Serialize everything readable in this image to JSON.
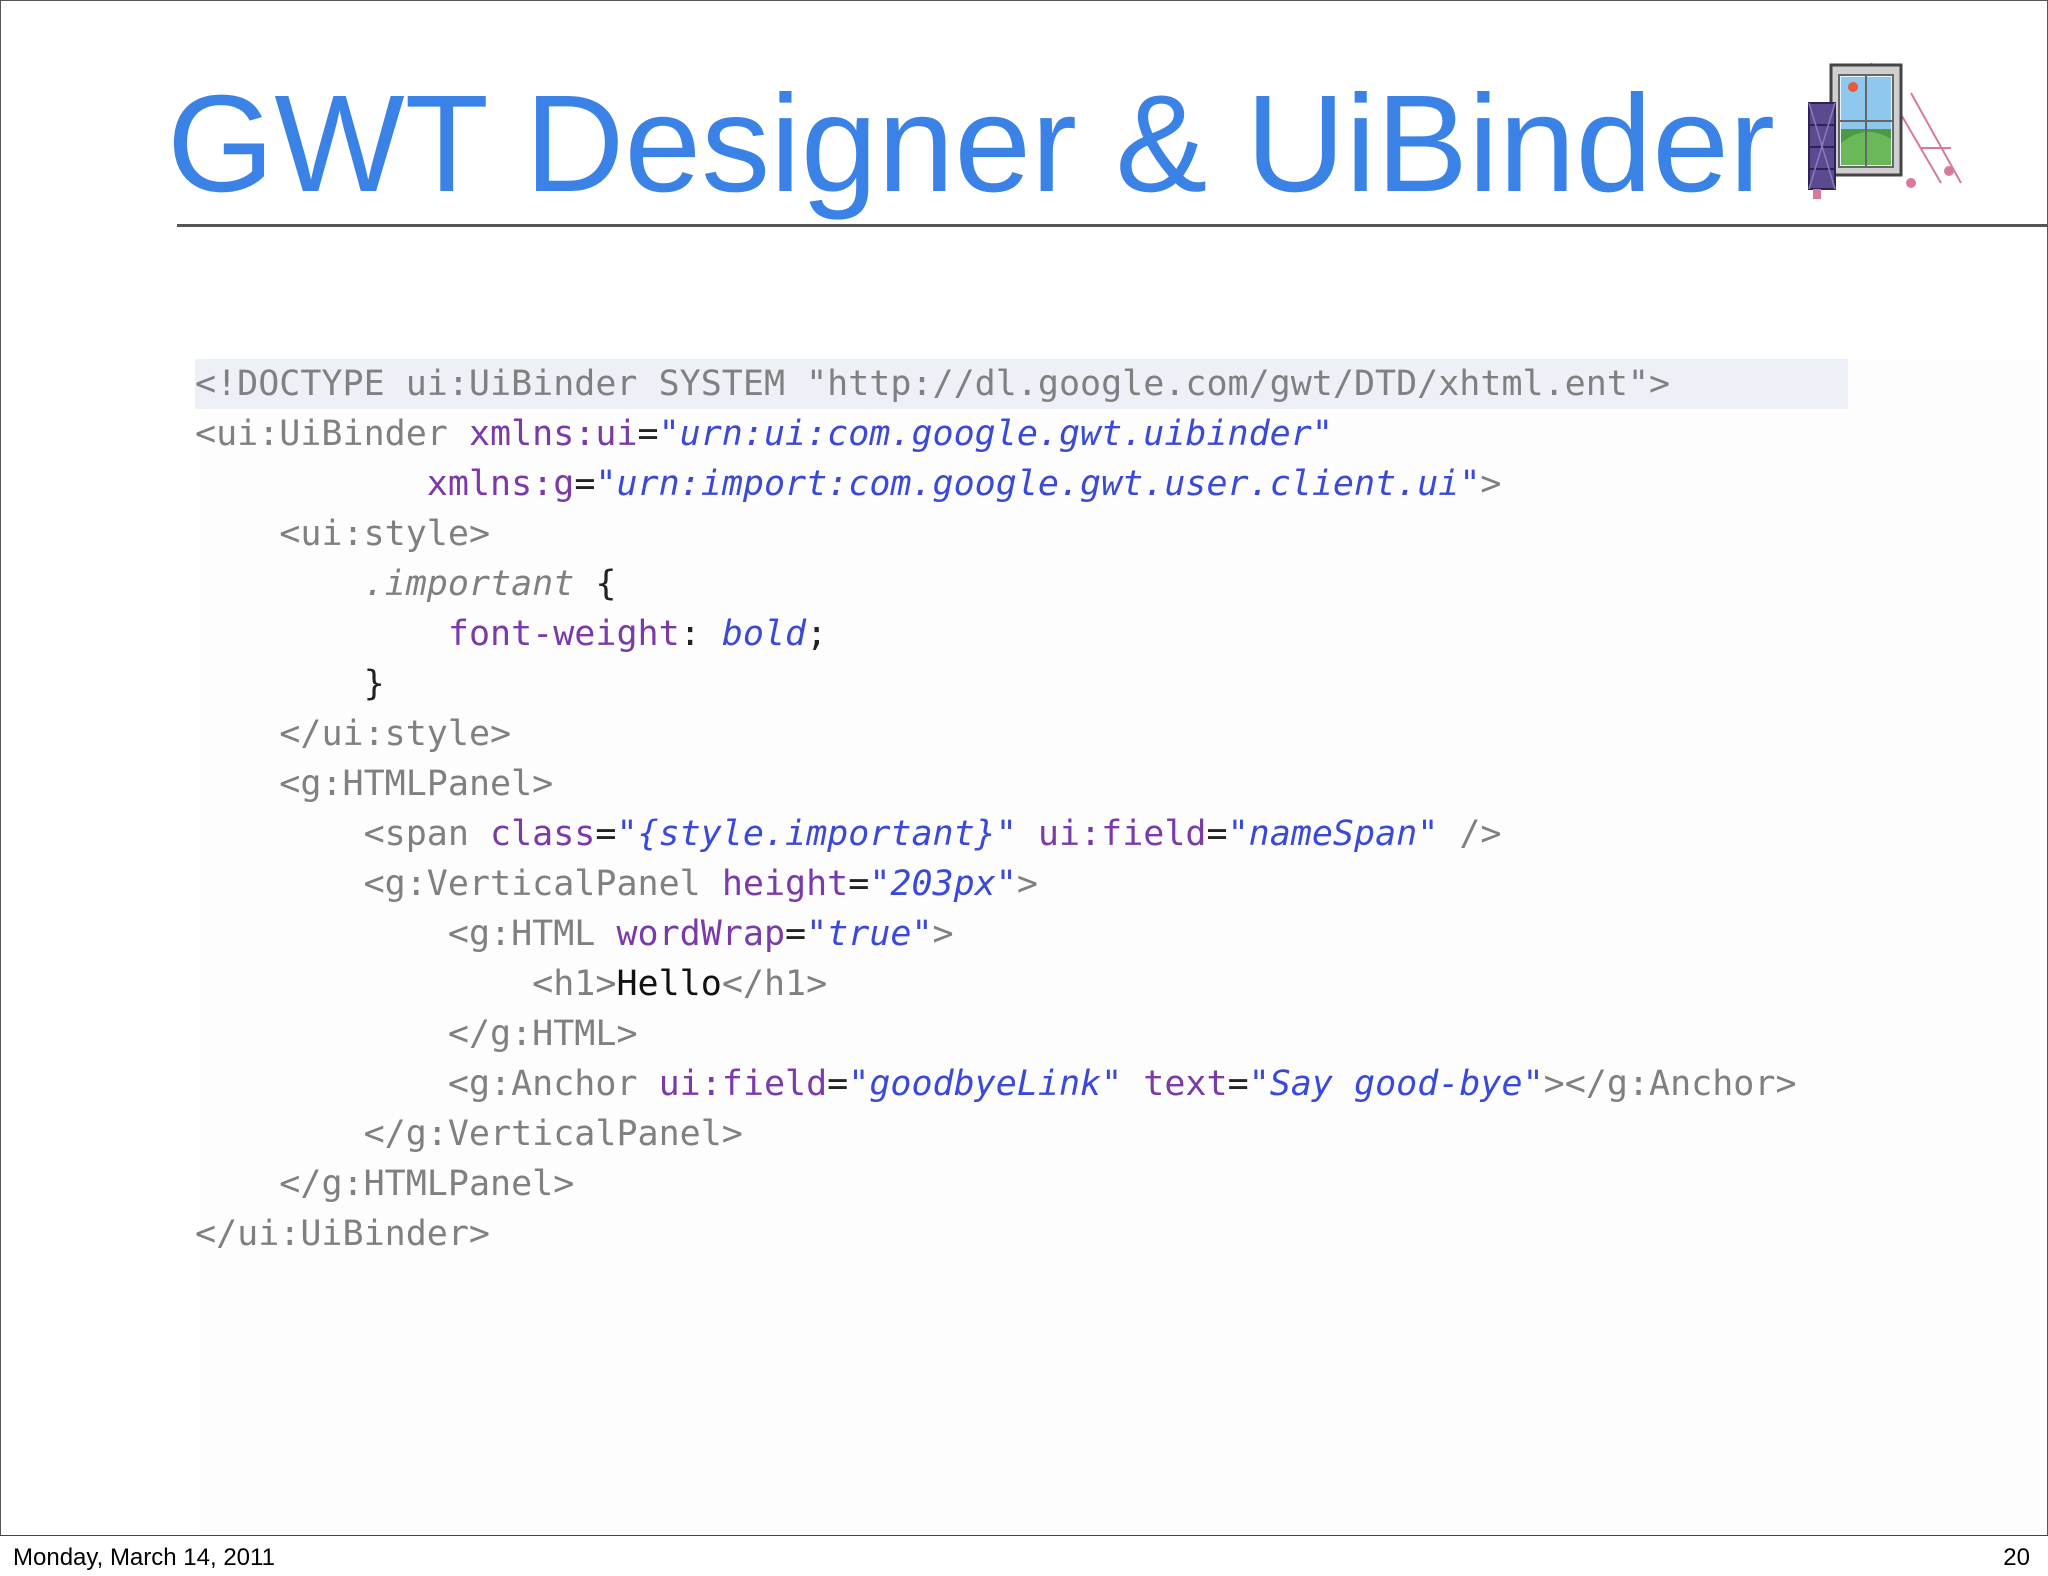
{
  "slide": {
    "title": "GWT Designer & UiBinder",
    "logo_icon": "window-easel-logo-icon"
  },
  "code": {
    "l1": {
      "a": "<!DOCTYPE ui:UiBinder SYSTEM \"http://dl.google.com/gwt/DTD/xhtml.ent\">"
    },
    "l2": {
      "a": "<ui:UiBinder ",
      "b": "xmlns:ui",
      "c": "=",
      "d": "\"urn:ui:com.google.gwt.uibinder\""
    },
    "l3": {
      "ind": "           ",
      "b": "xmlns:g",
      "c": "=",
      "d": "\"urn:import:com.google.gwt.user.client.ui\"",
      "e": ">"
    },
    "l4": {
      "ind": "    ",
      "a": "<ui:style>"
    },
    "l5": {
      "ind": "        ",
      "a": ".important",
      "b": " {"
    },
    "l6": {
      "ind": "            ",
      "a": "font-weight",
      "b": ": ",
      "c": "bold",
      "d": ";"
    },
    "l7": {
      "ind": "        ",
      "a": "}"
    },
    "l8": {
      "ind": "    ",
      "a": "</ui:style>"
    },
    "l9": {
      "ind": "    ",
      "a": "<g:HTMLPanel>"
    },
    "l10": {
      "ind": "        ",
      "a": "<span ",
      "b": "class",
      "c": "=",
      "d": "\"{style.important}\"",
      "e": " ",
      "f": "ui:field",
      "g": "=",
      "h": "\"nameSpan\"",
      "i": " />"
    },
    "l11": {
      "ind": "        ",
      "a": "<g:VerticalPanel ",
      "b": "height",
      "c": "=",
      "d": "\"203px\"",
      "e": ">"
    },
    "l12": {
      "ind": "            ",
      "a": "<g:HTML ",
      "b": "wordWrap",
      "c": "=",
      "d": "\"true\"",
      "e": ">"
    },
    "l13": {
      "ind": "                ",
      "a": "<h1>",
      "b": "Hello",
      "c": "</h1>"
    },
    "l14": {
      "ind": "            ",
      "a": "</g:HTML>"
    },
    "l15": {
      "ind": "            ",
      "a": "<g:Anchor ",
      "b": "ui:field",
      "c": "=",
      "d": "\"goodbyeLink\"",
      "e": " ",
      "f": "text",
      "g": "=",
      "h": "\"Say good-bye\"",
      "i": "></g:Anchor>"
    },
    "l16": {
      "ind": "        ",
      "a": "</g:VerticalPanel>"
    },
    "l17": {
      "ind": "    ",
      "a": "</g:HTMLPanel>"
    },
    "l18": {
      "a": "</ui:UiBinder>"
    }
  },
  "footer": {
    "date": "Monday, March 14, 2011",
    "page": "20"
  },
  "colors": {
    "title": "#3b82e6",
    "tag": "#808080",
    "attribute": "#7a3aa8",
    "string": "#3a49d8",
    "highlight": "#eef0f7"
  }
}
